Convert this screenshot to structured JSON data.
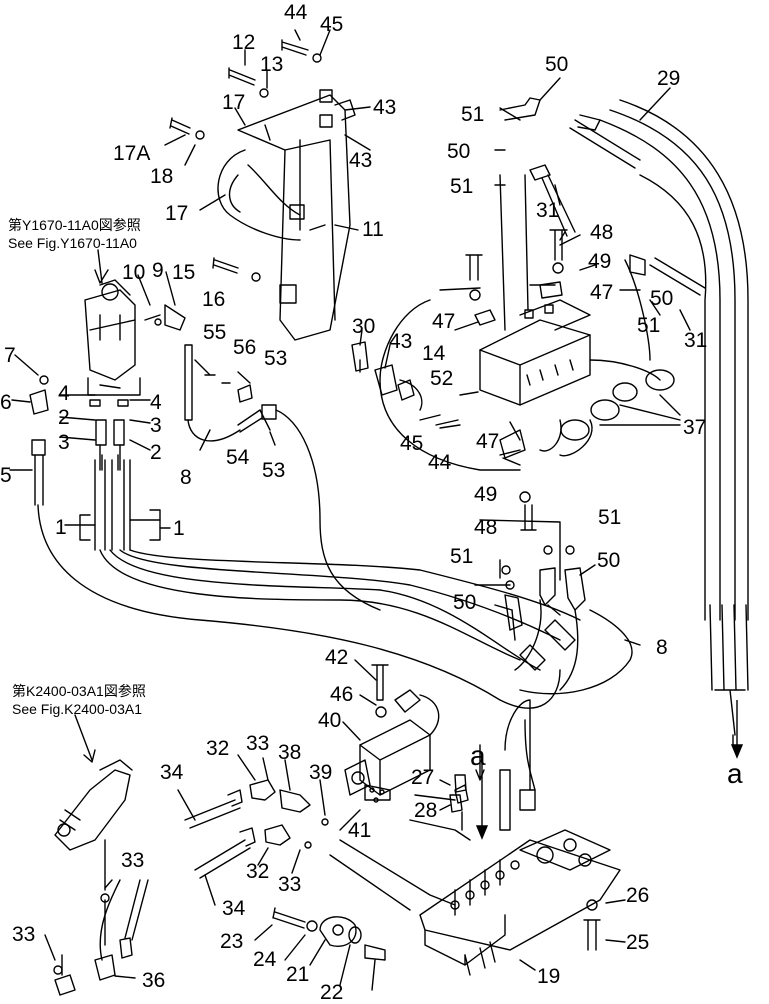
{
  "references": [
    {
      "jp": "第Y1670-11A0図参照",
      "en": "See Fig.Y1670-11A0"
    },
    {
      "jp": "第K2400-03A1図参照",
      "en": "See Fig.K2400-03A1"
    }
  ],
  "part_labels": [
    "44",
    "45",
    "12",
    "13",
    "17",
    "43",
    "17A",
    "18",
    "43",
    "17",
    "11",
    "50",
    "51",
    "50",
    "51",
    "31",
    "29",
    "48",
    "49",
    "47",
    "50",
    "31",
    "51",
    "10",
    "9",
    "15",
    "16",
    "30",
    "43",
    "47",
    "14",
    "52",
    "45",
    "44",
    "47",
    "37",
    "55",
    "56",
    "53",
    "54",
    "53",
    "8",
    "7",
    "6",
    "4",
    "4",
    "2",
    "3",
    "3",
    "2",
    "5",
    "1",
    "1",
    "49",
    "48",
    "51",
    "51",
    "50",
    "50",
    "8",
    "42",
    "46",
    "40",
    "32",
    "33",
    "38",
    "39",
    "41",
    "34",
    "34",
    "32",
    "33",
    "27",
    "28",
    "33",
    "33",
    "36",
    "23",
    "24",
    "21",
    "22",
    "26",
    "25",
    "19"
  ],
  "arrow_labels": [
    "a",
    "a"
  ],
  "line_color": "#000000"
}
